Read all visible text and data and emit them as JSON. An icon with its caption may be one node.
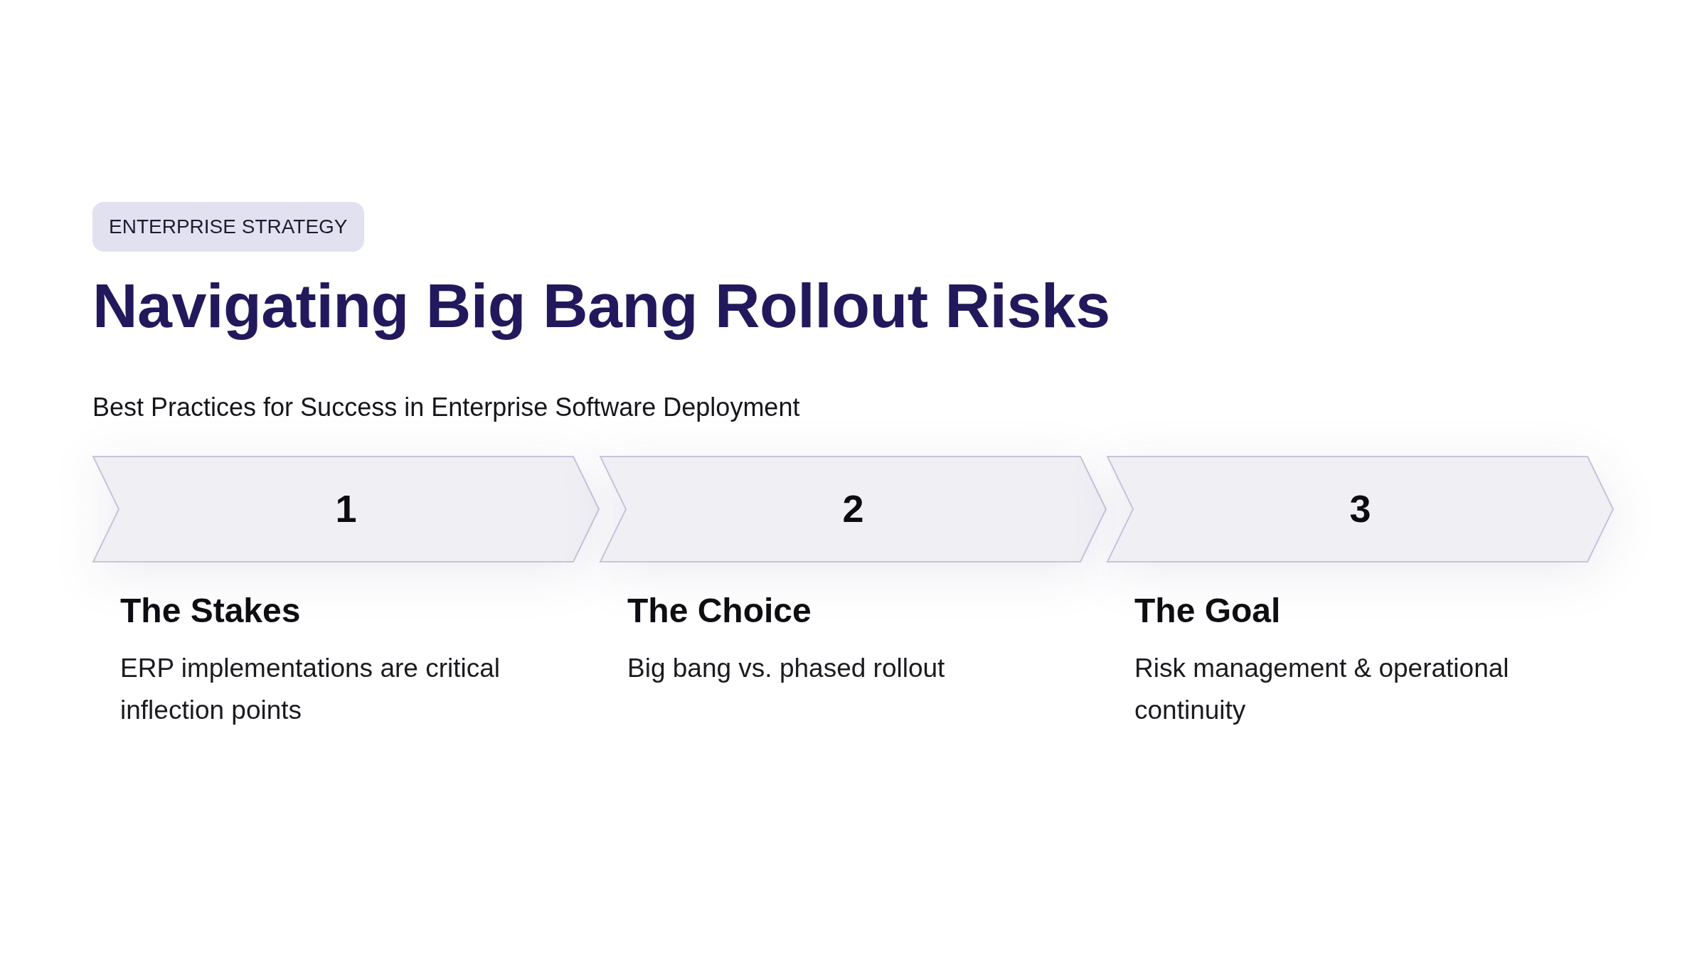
{
  "diagram": {
    "title": "Navigating Big Bang Rollout Risks",
    "nodes": [
      {
        "text": [
          "ENTERPRISE STRATEGY"
        ]
      },
      {
        "text": [
          "1"
        ],
        "beside": [
          "The Stakes",
          "ERP implementations are critical inflection points"
        ]
      },
      {
        "text": [
          "2"
        ],
        "beside": [
          "The Choice",
          "Big bang vs. phased rollout"
        ]
      },
      {
        "text": [
          "3"
        ],
        "beside": [
          "The Goal",
          "Risk management & operational continuity"
        ]
      }
    ],
    "labels": [
      "Best Practices for Success in Enterprise Software Deployment"
    ]
  }
}
